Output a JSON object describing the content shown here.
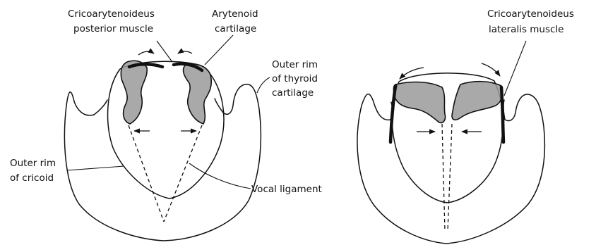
{
  "labels": {
    "cap_left_1": "Cricoarytenoideus",
    "cap_left_2": "posterior muscle",
    "aryt_1": "Arytenoid",
    "aryt_2": "cartilage",
    "thyroid_1": "Outer rim",
    "thyroid_2": "of thyroid",
    "thyroid_3": "cartilage",
    "cricoid_1": "Outer rim",
    "cricoid_2": "of cricoid",
    "vocal": "Vocal ligament",
    "cal_1": "Cricoarytenoideus",
    "cal_2": "lateralis muscle"
  },
  "colors": {
    "ink": "#111111",
    "cartilage_fill": "#9a9a9a"
  }
}
